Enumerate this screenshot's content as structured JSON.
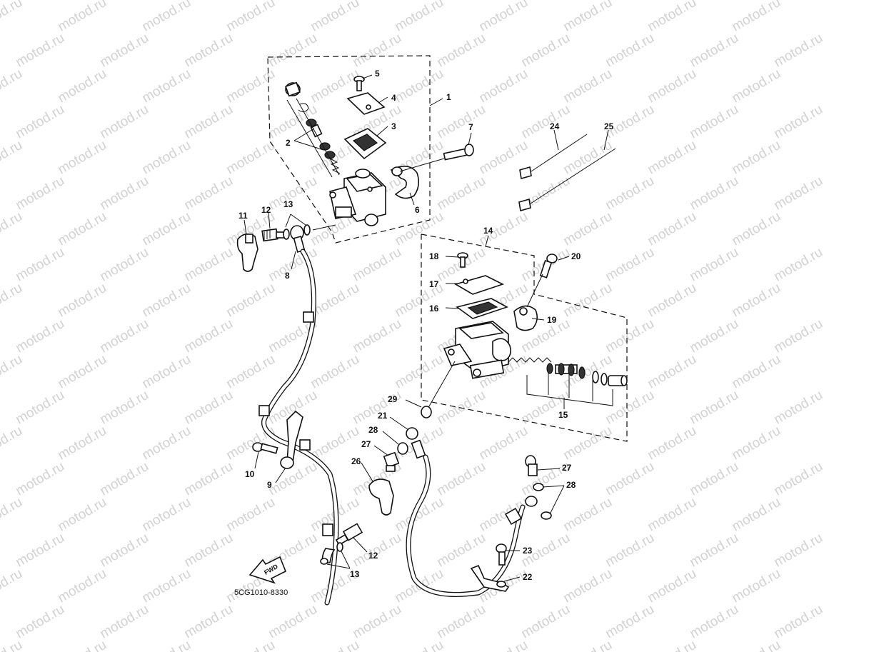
{
  "watermark": "motod.ru",
  "diagram_code": "5CG1010-8330",
  "fwd_label": "FWD",
  "callouts": {
    "c1": "1",
    "c2": "2",
    "c3": "3",
    "c4": "4",
    "c5": "5",
    "c6": "6",
    "c7": "7",
    "c8": "8",
    "c9": "9",
    "c10": "10",
    "c11": "11",
    "c12a": "12",
    "c12b": "12",
    "c13a": "13",
    "c13b": "13",
    "c14": "14",
    "c15": "15",
    "c16": "16",
    "c17": "17",
    "c18": "18",
    "c19": "19",
    "c20": "20",
    "c21": "21",
    "c22": "22",
    "c23": "23",
    "c24": "24",
    "c25": "25",
    "c26": "26",
    "c27a": "27",
    "c27b": "27",
    "c28a": "28",
    "c28b": "28",
    "c29": "29"
  },
  "colors": {
    "line": "#111111",
    "watermark": "#d2d2d2",
    "background": "#ffffff"
  }
}
